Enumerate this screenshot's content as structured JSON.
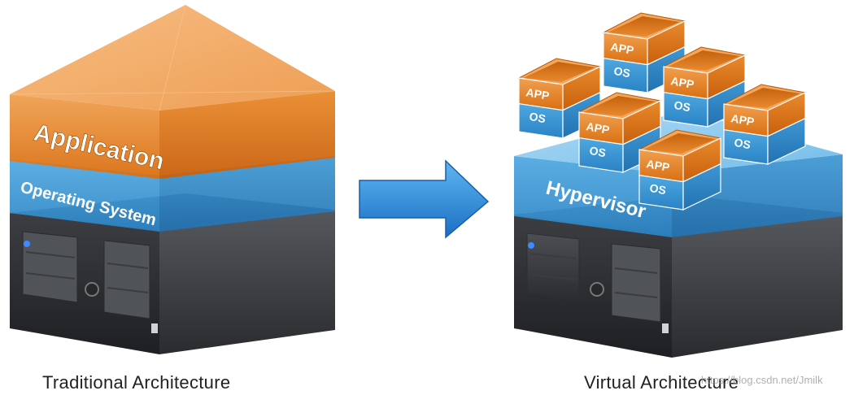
{
  "left": {
    "caption": "Traditional  Architecture",
    "app_label": "Application",
    "os_label": "Operating System"
  },
  "right": {
    "caption": "Virtual  Architecture",
    "hypervisor_label": "Hypervisor",
    "vm_app_label": "APP",
    "vm_os_label": "OS"
  },
  "watermark": "https://blog.csdn.net/Jmilk",
  "colors": {
    "orange": "#e8841a",
    "blue": "#3b97d3",
    "server_dark": "#2f3033",
    "arrow": "#2a86d6"
  }
}
